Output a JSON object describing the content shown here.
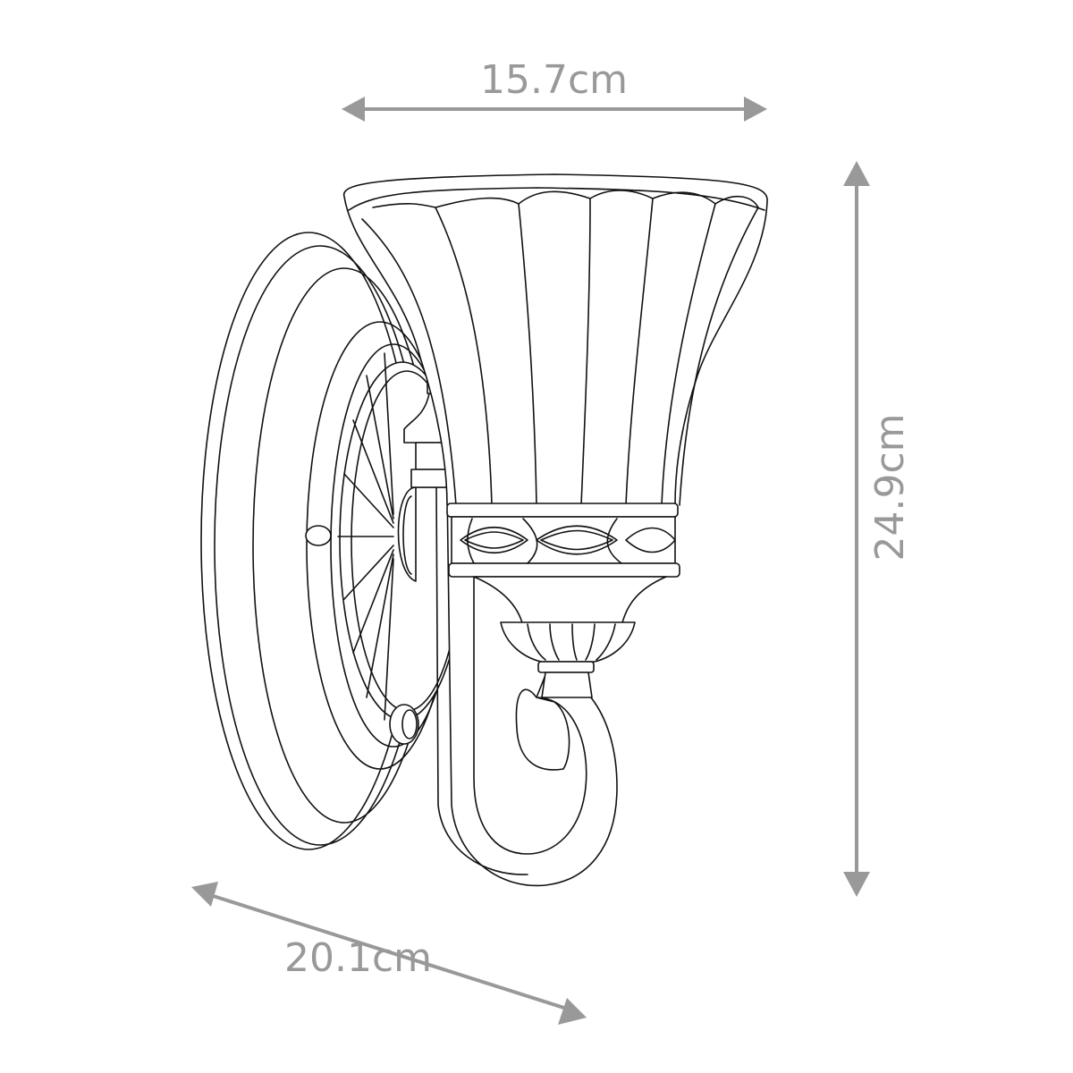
{
  "diagram": {
    "subject": "wall sconce light fixture line drawing",
    "colors": {
      "background": "#ffffff",
      "line_art": "#111111",
      "dimension": "#999999"
    },
    "dimensions": {
      "width": {
        "label": "15.7cm",
        "value": 15.7,
        "unit": "cm",
        "orientation": "horizontal"
      },
      "height": {
        "label": "24.9cm",
        "value": 24.9,
        "unit": "cm",
        "orientation": "vertical"
      },
      "depth": {
        "label": "20.1cm",
        "value": 20.1,
        "unit": "cm",
        "orientation": "diagonal"
      }
    },
    "parts": [
      {
        "id": "backplate",
        "label": "Round wall backplate with radial fluted center"
      },
      {
        "id": "arm",
        "label": "S-scroll arm"
      },
      {
        "id": "shade",
        "label": "Fluted tulip glass shade"
      },
      {
        "id": "collar",
        "label": "Decorative lattice collar band"
      },
      {
        "id": "cup",
        "label": "Fluted cup with scroll base"
      }
    ]
  }
}
